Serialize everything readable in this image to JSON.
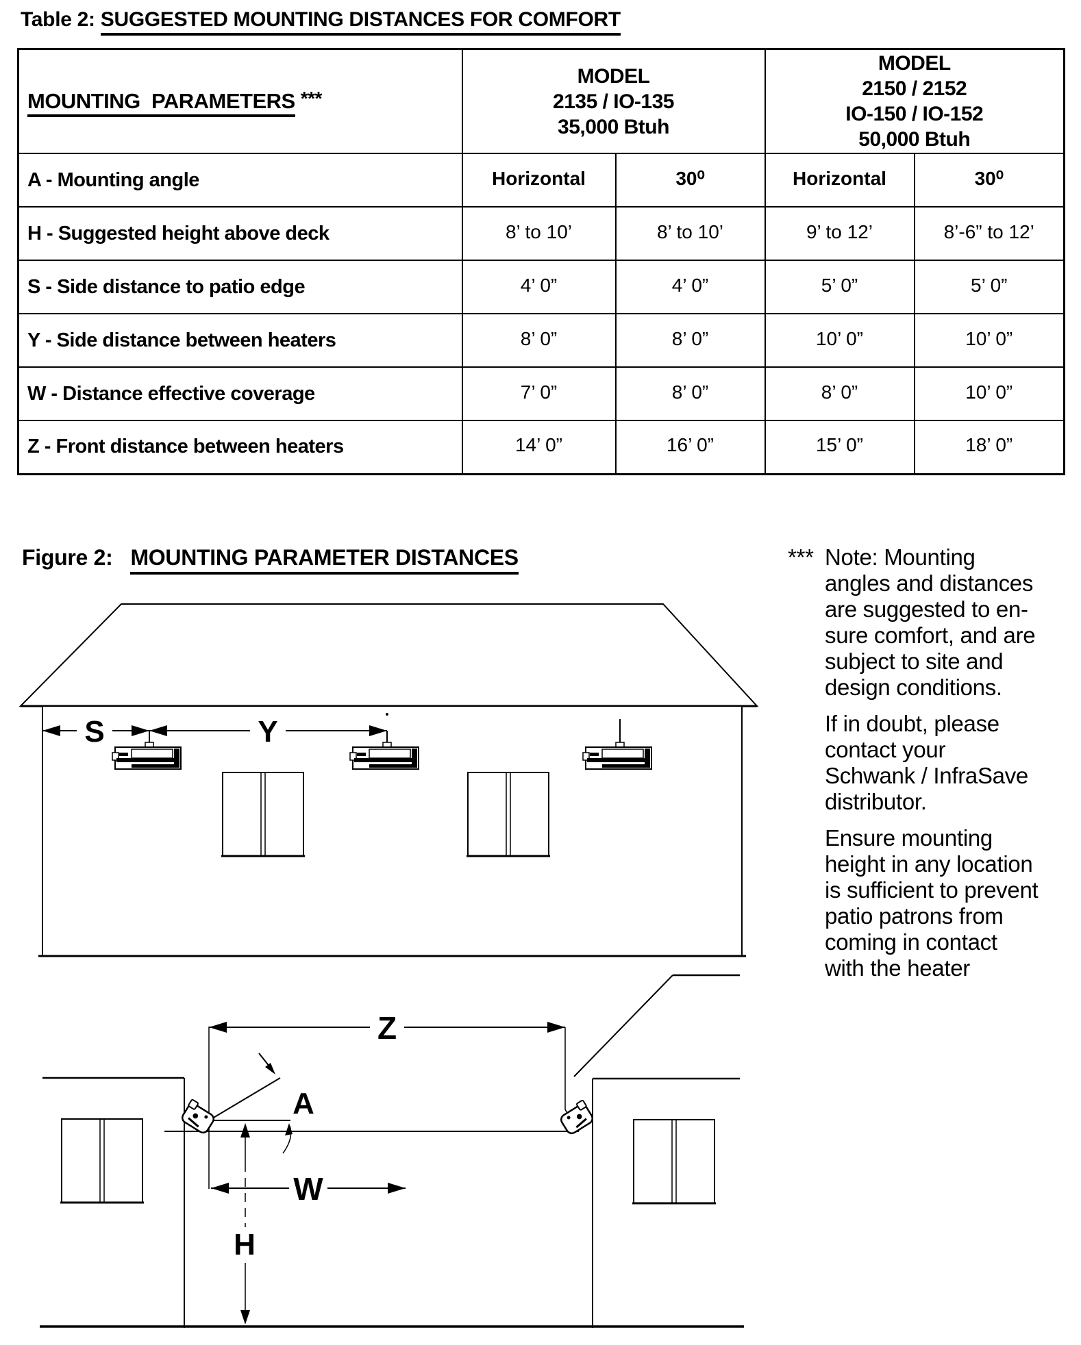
{
  "colors": {
    "ink": "#000000",
    "paper": "#ffffff"
  },
  "table_title": {
    "prefix": "Table 2: ",
    "text": "SUGGESTED MOUNTING DISTANCES FOR COMFORT"
  },
  "table": {
    "param_header": "MOUNTING  PARAMETERS",
    "param_header_marker": "***",
    "model_a_lines": [
      "MODEL",
      "2135 / IO-135",
      "35,000 Btuh"
    ],
    "model_b_lines": [
      "MODEL",
      "2150 / 2152",
      "IO-150 / IO-152",
      "50,000 Btuh"
    ],
    "rows": [
      {
        "label": "A - Mounting angle",
        "values": [
          "Horizontal",
          "30⁰",
          "Horizontal",
          "30⁰"
        ]
      },
      {
        "label": "H - Suggested height above deck",
        "values": [
          "8’ to 10’",
          "8’ to 10’",
          "9’ to 12’",
          "8’-6” to 12’"
        ]
      },
      {
        "label": "S - Side distance to patio edge",
        "values": [
          "4’ 0”",
          "4’ 0”",
          "5’ 0”",
          "5’ 0”"
        ]
      },
      {
        "label": "Y - Side distance between heaters",
        "values": [
          "8’ 0”",
          "8’ 0”",
          "10’ 0”",
          "10’ 0”"
        ]
      },
      {
        "label": "W - Distance effective coverage",
        "values": [
          "7’ 0”",
          "8’ 0”",
          "8’ 0”",
          "10’ 0”"
        ]
      },
      {
        "label": "Z - Front distance between heaters",
        "values": [
          "14’ 0”",
          "16’ 0”",
          "15’ 0”",
          "18’ 0”"
        ]
      }
    ]
  },
  "figure": {
    "caption_prefix": "Figure 2:",
    "caption": "MOUNTING PARAMETER DISTANCES",
    "dim_labels": {
      "s": "S",
      "y": "Y",
      "z": "Z",
      "a": "A",
      "w": "W",
      "h": "H"
    }
  },
  "note": {
    "marker": "***",
    "para1_lines": [
      "Note:  Mounting",
      "angles and distances",
      "are suggested to en-",
      "sure comfort, and are",
      "subject to site and",
      "design conditions."
    ],
    "para2_lines": [
      "If in doubt, please",
      "contact your",
      "Schwank / InfraSave",
      "distributor."
    ],
    "para3_lines": [
      "Ensure mounting",
      "height in any location",
      "is sufficient to prevent",
      "patio patrons from",
      "coming in contact",
      "with the heater"
    ]
  }
}
